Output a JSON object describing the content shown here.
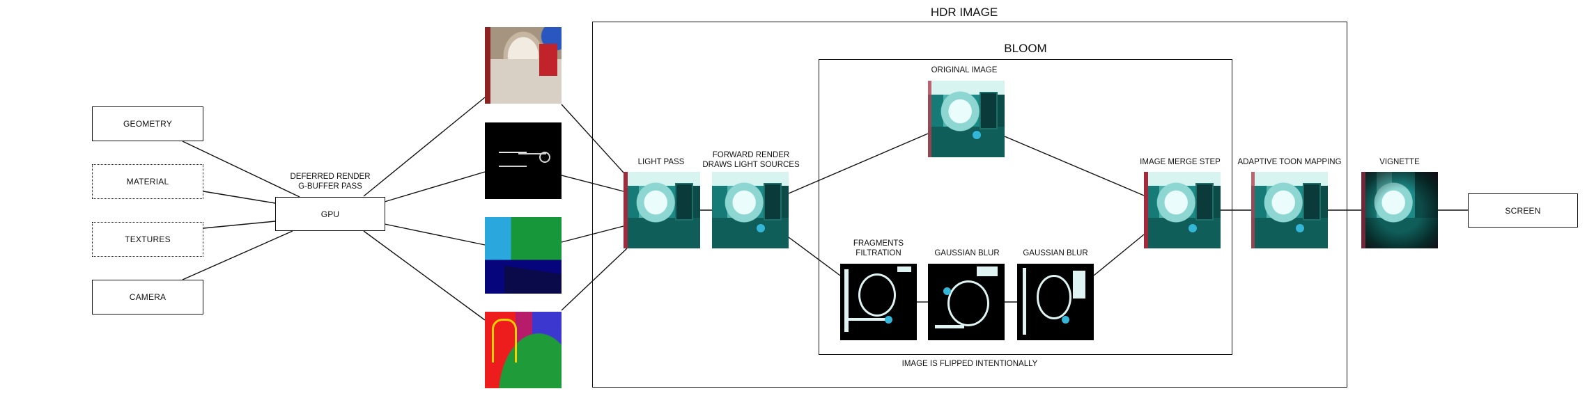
{
  "inputs": {
    "geometry": "GEOMETRY",
    "material": "MATERIAL",
    "textures": "TEXTURES",
    "camera": "CAMERA"
  },
  "gpu": {
    "label": "GPU",
    "caption_line1": "DEFERRED RENDER",
    "caption_line2": "G-BUFFER PASS"
  },
  "hdr": {
    "title": "HDR IMAGE"
  },
  "bloom": {
    "title": "BLOOM",
    "original_image": "ORIGINAL IMAGE",
    "fragments_line1": "FRAGMENTS",
    "fragments_line2": "FILTRATION",
    "gaussian_blur_1": "GAUSSIAN BLUR",
    "gaussian_blur_2": "GAUSSIAN BLUR",
    "note": "IMAGE IS FLIPPED INTENTIONALLY"
  },
  "stages": {
    "light_pass": "LIGHT PASS",
    "forward_line1": "FORWARD RENDER",
    "forward_line2": "DRAWS LIGHT SOURCES",
    "merge": "IMAGE MERGE STEP",
    "toon": "ADAPTIVE TOON MAPPING",
    "vignette": "VIGNETTE"
  },
  "output": {
    "screen": "SCREEN"
  },
  "colors": {
    "line": "#111111",
    "background": "#ffffff"
  }
}
